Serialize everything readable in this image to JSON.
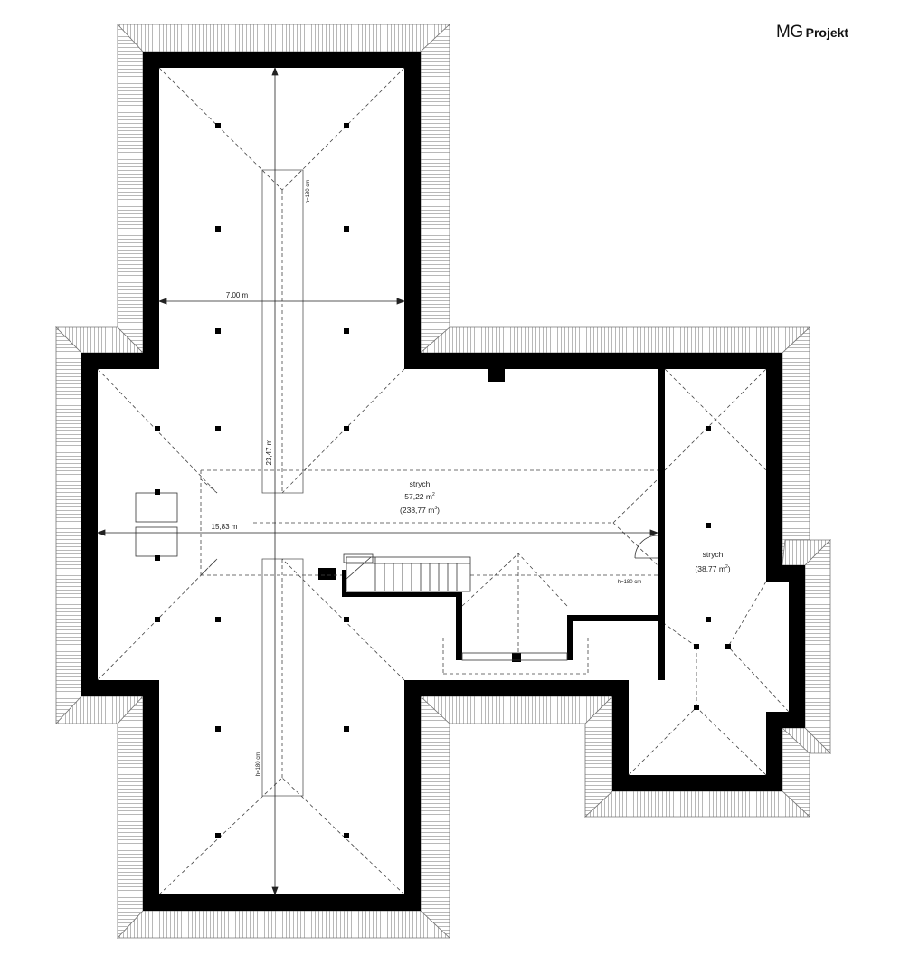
{
  "brand": {
    "logo_mg": "MG",
    "logo_name": "Projekt"
  },
  "dimensions": {
    "width_top_wing": "7,00 m",
    "total_length": "23,47 m",
    "width_main": "15,83 m",
    "height_top": "h=180 cm",
    "height_bottom": "h=180 cm",
    "height_mid": "h=180 cm"
  },
  "rooms": [
    {
      "name": "strych",
      "area": "57,22 m",
      "volume": "(238,77 m",
      "sup_area": "2",
      "sup_volume": "3",
      "close": ")"
    },
    {
      "name": "strych",
      "volume": "(38,77 m",
      "sup_volume": "2",
      "close": ")"
    }
  ],
  "colors": {
    "wall": "#000000",
    "line": "#444444",
    "background": "#ffffff"
  }
}
